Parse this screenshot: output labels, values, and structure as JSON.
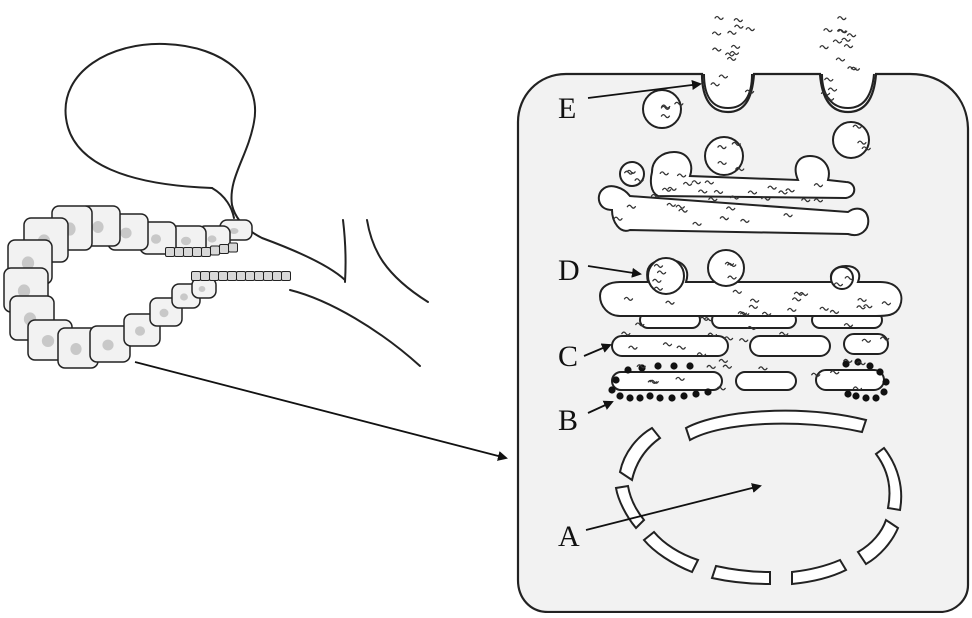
{
  "figure": {
    "background": "#ffffff",
    "ink": "#222222",
    "cell_fill": "#f2f2f2",
    "nucleus_fill": "#c8c8c8"
  },
  "labels": {
    "a": "A",
    "b": "B",
    "c": "C",
    "d": "D",
    "e": "E"
  }
}
